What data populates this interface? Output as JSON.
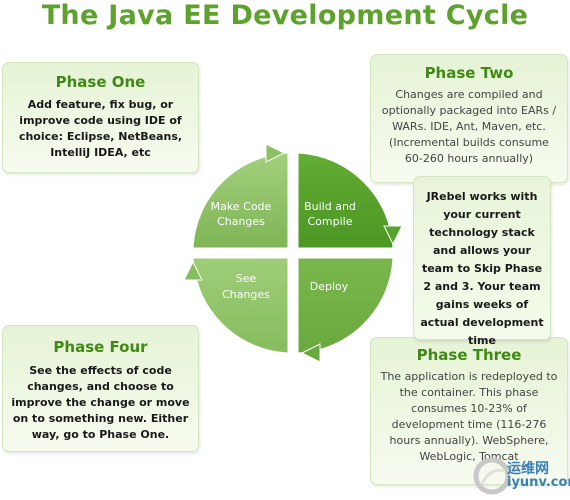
{
  "title": "The Java EE Development Cycle",
  "phase_one": {
    "heading": "Phase One",
    "body": "Add feature, fix bug, or improve code using IDE of choice: Eclipse, NetBeans, IntelliJ IDEA, etc"
  },
  "phase_two": {
    "heading": "Phase Two",
    "body": "Changes are compiled and optionally packaged into EARs / WARs. IDE, Ant, Maven, etc. (Incremental builds consume 60-260 hours annually)"
  },
  "phase_three": {
    "heading": "Phase Three",
    "body": "The application is redeployed to the container.  This phase consumes 10-23% of development time (116-276 hours annually). WebSphere, WebLogic, Tomcat"
  },
  "phase_four": {
    "heading": "Phase Four",
    "body": "See the effects of code changes, and choose to improve the change or move on to something new. Either way, go to Phase One."
  },
  "jrebel": {
    "body": "JRebel works with your current technology stack and allows your team to Skip Phase 2 and 3. Your team gains weeks of actual development time"
  },
  "cycle": {
    "top_left": [
      "Make Code",
      "Changes"
    ],
    "top_right": [
      "Build and",
      "Compile"
    ],
    "bottom_right": [
      "Deploy"
    ],
    "bottom_left": [
      "See",
      "Changes"
    ]
  },
  "watermark": {
    "line1": "运维网",
    "line2": "iyunv.com"
  },
  "colors": {
    "title": "#5ea22e",
    "heading": "#3f8a14",
    "quadrant_light": "#8cc063",
    "quadrant_dark": "#56a32b",
    "box_fill": "#eaf5dc"
  }
}
